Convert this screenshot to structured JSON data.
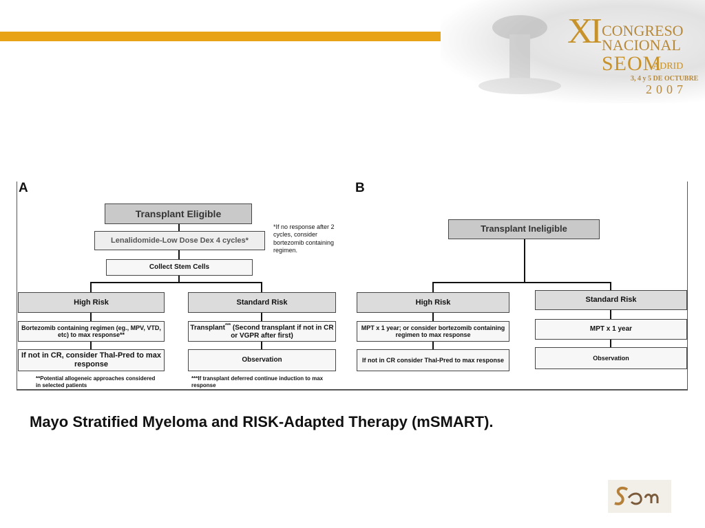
{
  "header": {
    "roman": "XI",
    "congreso": "CONGRESO",
    "nacional": "NACIONAL",
    "seom": "SEOM",
    "city": "ADRID",
    "dates": "3, 4 y 5 DE OCTUBRE",
    "year": "2007"
  },
  "panel_a": {
    "letter": "A",
    "top": "Transplant Eligible",
    "induction": "Lenalidomide-Low Dose Dex  4 cycles*",
    "note": "*If no response after 2 cycles, consider bortezomib containing regimen.",
    "collect": "Collect Stem Cells",
    "high_risk": "High Risk",
    "standard_risk": "Standard Risk",
    "high_step1": "Bortezomib containing regimen (eg., MPV, VTD, etc) to max response**",
    "std_step1_a": "Transplant",
    "std_step1_sup": "***",
    "std_step1_b": " (Second transplant if not in CR or VGPR after first)",
    "high_step2": "If not in CR, consider Thal-Pred to max response",
    "std_step2": "Observation",
    "footnote_left": "**Potential allogeneic approaches considered in selected patients",
    "footnote_right": "***If transplant deferred continue induction to max response"
  },
  "panel_b": {
    "letter": "B",
    "top": "Transplant Ineligible",
    "high_risk": "High Risk",
    "standard_risk": "Standard Risk",
    "high_step1": "MPT x 1 year; or consider bortezomib containing regimen to max response",
    "std_step1": "MPT x 1 year",
    "high_step2": "If not in CR consider Thal-Pred to max response",
    "std_step2": "Observation"
  },
  "caption": "Mayo Stratified Myeloma and RISK-Adapted Therapy (mSMART).",
  "colors": {
    "accent_bar": "#e8a317",
    "logo_gold": "#c8922a"
  },
  "icons": {
    "logo": "seom-logo-icon"
  }
}
